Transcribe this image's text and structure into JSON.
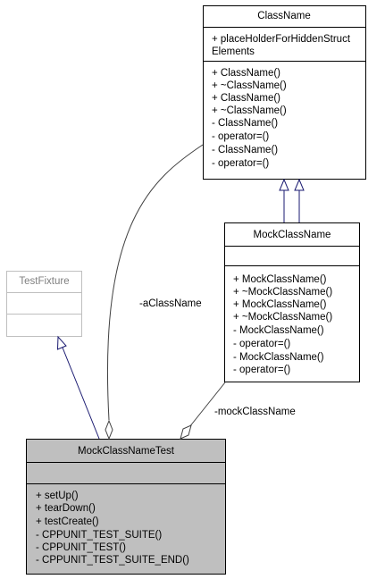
{
  "classes": {
    "classname": {
      "title": "ClassName",
      "attributes": [
        "+ placeHolderForHiddenStruct",
        "Elements"
      ],
      "methods": [
        "+ ClassName()",
        "+ ~ClassName()",
        "+ ClassName()",
        "+ ~ClassName()",
        "- ClassName()",
        "- operator=()",
        "- ClassName()",
        "- operator=()"
      ]
    },
    "mockclassname": {
      "title": "MockClassName",
      "attributes": [],
      "methods": [
        "+ MockClassName()",
        "+ ~MockClassName()",
        "+ MockClassName()",
        "+ ~MockClassName()",
        "- MockClassName()",
        "- operator=()",
        "- MockClassName()",
        "- operator=()"
      ]
    },
    "testfixture": {
      "title": "TestFixture",
      "attributes": [],
      "methods": []
    },
    "mockclassnametest": {
      "title": "MockClassNameTest",
      "attributes": [],
      "methods": [
        "+ setUp()",
        "+ tearDown()",
        "+ testCreate()",
        "- CPPUNIT_TEST_SUITE()",
        "- CPPUNIT_TEST()",
        "- CPPUNIT_TEST_SUITE_END()"
      ]
    }
  },
  "relations": {
    "aclassname_label": "-aClassName",
    "mockclassname_label": "-mockClassName"
  },
  "colors": {
    "generalization": "#191970",
    "association": "#404040",
    "highlight_fill": "#bfbfbf",
    "external_class_border": "#bfbfbf"
  }
}
